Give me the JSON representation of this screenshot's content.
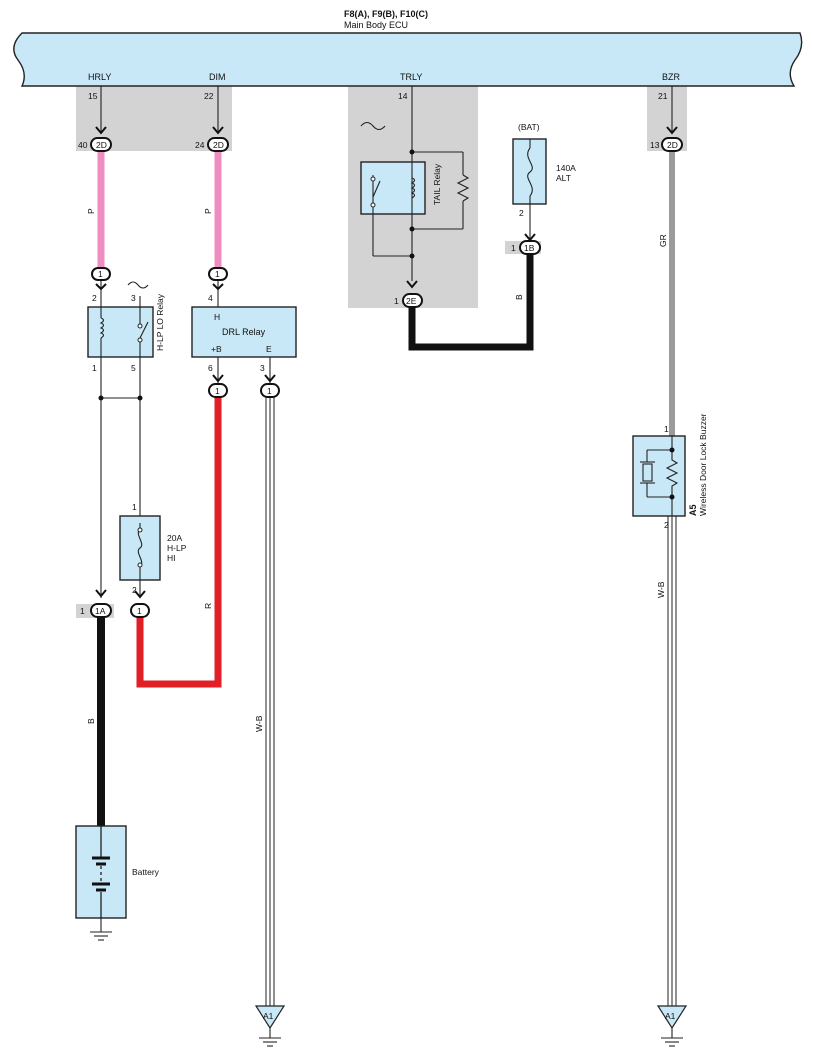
{
  "ecu": {
    "connectors": "F8(A), F9(B), F10(C)",
    "name": "Main Body ECU",
    "pins": [
      {
        "label": "HRLY",
        "num": "15"
      },
      {
        "label": "DIM",
        "num": "22"
      },
      {
        "label": "TRLY",
        "num": "14"
      },
      {
        "label": "BZR",
        "num": "21"
      }
    ]
  },
  "junctions": {
    "hrly": {
      "pin": "40",
      "conn": "2D"
    },
    "dim": {
      "pin": "24",
      "conn": "2D"
    },
    "trly": {
      "pin": "1",
      "conn": "2E"
    },
    "bzr": {
      "pin": "13",
      "conn": "2D"
    },
    "alt": {
      "pin": "1",
      "conn": "1B"
    },
    "battery": {
      "pin": "1",
      "conn": "1A"
    }
  },
  "wire_colors": {
    "hrly": "P",
    "dim": "P",
    "alt": "B",
    "bzr": "GR",
    "fuse_to_drl": "R",
    "battery": "B",
    "drl_ground": "W-B",
    "buzzer_ground": "W-B"
  },
  "colors": {
    "pink": "#ef8cc0",
    "red": "#e21f26",
    "black": "#111111",
    "gray_wire": "#9b9b9b",
    "component_fill": "#c9e8f7",
    "shade": "#d3d3d3"
  },
  "hlp_lo_relay": {
    "name": "H-LP LO Relay",
    "pins": [
      "2",
      "3",
      "1",
      "5"
    ],
    "plug": "1"
  },
  "drl_relay": {
    "name": "DRL Relay",
    "terminal_h": "H",
    "terminal_b": "+B",
    "terminal_e": "E",
    "pins": [
      "4",
      "6",
      "3"
    ],
    "plug": "1"
  },
  "tail_relay": {
    "name": "TAIL Relay"
  },
  "alt_fuse": {
    "supply": "(BAT)",
    "rating": "140A",
    "name": "ALT",
    "pin": "2"
  },
  "hlp_hi_fuse": {
    "rating": "20A",
    "name": "H-LP",
    "sub": "HI",
    "pins": [
      "1",
      "2"
    ],
    "plug": "1"
  },
  "buzzer": {
    "code": "A5",
    "name": "Wireless Door Lock Buzzer",
    "pins": [
      "1",
      "2"
    ]
  },
  "battery": {
    "name": "Battery"
  },
  "ground_tag": "A1",
  "icons": [
    "relay-coil-icon",
    "switch-icon",
    "fuse-icon",
    "resistor-icon",
    "battery-icon",
    "ground-icon",
    "ac-tilde-icon"
  ]
}
